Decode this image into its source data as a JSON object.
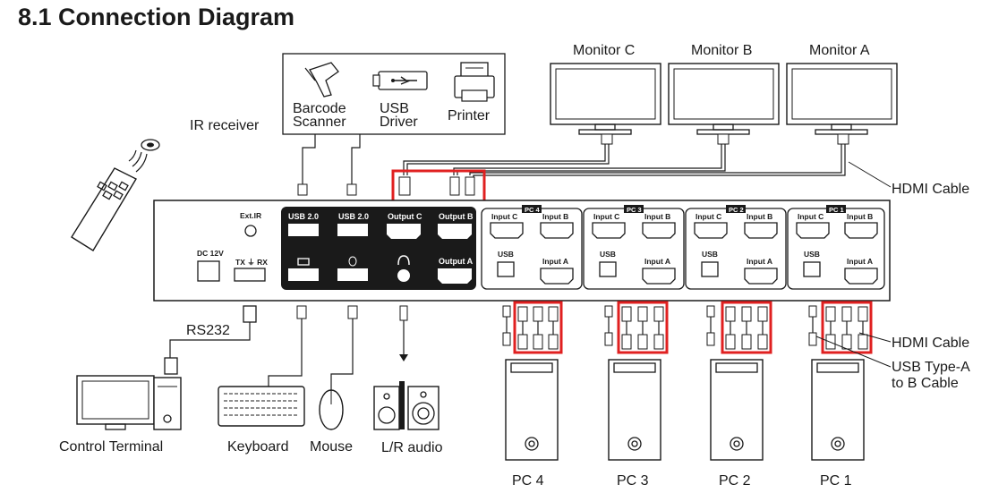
{
  "title": "8.1 Connection Diagram",
  "labels": {
    "ir_receiver": "IR receiver",
    "rs232": "RS232",
    "hdmi_cable_top": "HDMI Cable",
    "hdmi_cable_right": "HDMI Cable",
    "usb_cable_line1": "USB Type-A",
    "usb_cable_line2": "to B Cable",
    "control_terminal": "Control Terminal",
    "keyboard": "Keyboard",
    "mouse": "Mouse",
    "lr_audio": "L/R audio"
  },
  "usb_devices": {
    "barcode_line1": "Barcode",
    "barcode_line2": "Scanner",
    "usb_driver_line1": "USB",
    "usb_driver_line2": "Driver",
    "printer": "Printer"
  },
  "monitors": [
    "Monitor C",
    "Monitor B",
    "Monitor A"
  ],
  "pcs": [
    "PC 4",
    "PC 3",
    "PC 2",
    "PC 1"
  ],
  "panel": {
    "ext_ir": "Ext.IR",
    "dc": "DC 12V",
    "txrx": "TX ⏚ RX",
    "usb_a": "USB 2.0",
    "usb_b": "USB 2.0",
    "out_c": "Output C",
    "out_b": "Output B",
    "out_a": "Output A",
    "groups": [
      {
        "tag": "PC 4",
        "in_c": "Input C",
        "in_b": "Input B",
        "usb": "USB",
        "in_a": "Input A"
      },
      {
        "tag": "PC 3",
        "in_c": "Input C",
        "in_b": "Input B",
        "usb": "USB",
        "in_a": "Input A"
      },
      {
        "tag": "PC 2",
        "in_c": "Input C",
        "in_b": "Input B",
        "usb": "USB",
        "in_a": "Input A"
      },
      {
        "tag": "PC 1",
        "in_c": "Input C",
        "in_b": "Input B",
        "usb": "USB",
        "in_a": "Input A"
      }
    ]
  }
}
